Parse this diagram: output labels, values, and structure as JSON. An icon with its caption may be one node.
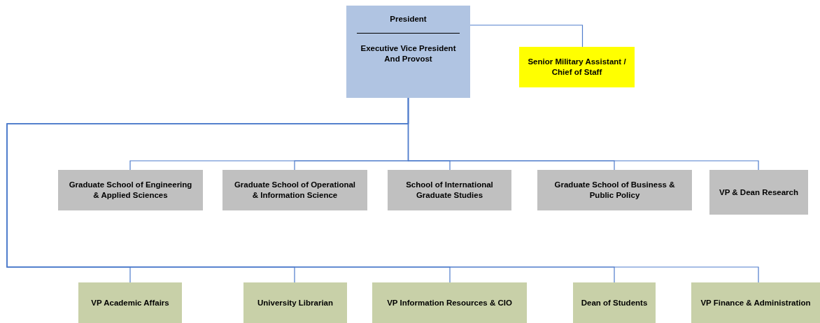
{
  "diagram": {
    "nodes": [
      {
        "text": [
          "President",
          "Executive Vice President And Provost"
        ]
      },
      {
        "text": [
          "Senior Military Assistant / Chief of Staff"
        ]
      },
      {
        "text": [
          "Graduate School of Engineering & Applied Sciences"
        ]
      },
      {
        "text": [
          "Graduate School of Operational & Information Science"
        ]
      },
      {
        "text": [
          "School of International Graduate Studies"
        ]
      },
      {
        "text": [
          "Graduate School of Business & Public Policy"
        ]
      },
      {
        "text": [
          "VP & Dean Research"
        ]
      },
      {
        "text": [
          "VP Academic Affairs"
        ]
      },
      {
        "text": [
          "University Librarian"
        ]
      },
      {
        "text": [
          "VP Information Resources & CIO"
        ]
      },
      {
        "text": [
          "Dean of Students"
        ]
      },
      {
        "text": [
          "VP Finance & Administration"
        ]
      }
    ],
    "edges": [
      {
        "from": 0,
        "to": 1,
        "arrow": "none"
      },
      {
        "from": 0,
        "to": 2,
        "arrow": "none"
      },
      {
        "from": 0,
        "to": 3,
        "arrow": "none"
      },
      {
        "from": 0,
        "to": 4,
        "arrow": "none"
      },
      {
        "from": 0,
        "to": 5,
        "arrow": "none"
      },
      {
        "from": 0,
        "to": 6,
        "arrow": "none"
      },
      {
        "from": 0,
        "to": 7,
        "arrow": "none"
      },
      {
        "from": 0,
        "to": 8,
        "arrow": "none"
      },
      {
        "from": 0,
        "to": 9,
        "arrow": "none"
      },
      {
        "from": 0,
        "to": 10,
        "arrow": "none"
      },
      {
        "from": 0,
        "to": 11,
        "arrow": "none"
      }
    ]
  }
}
